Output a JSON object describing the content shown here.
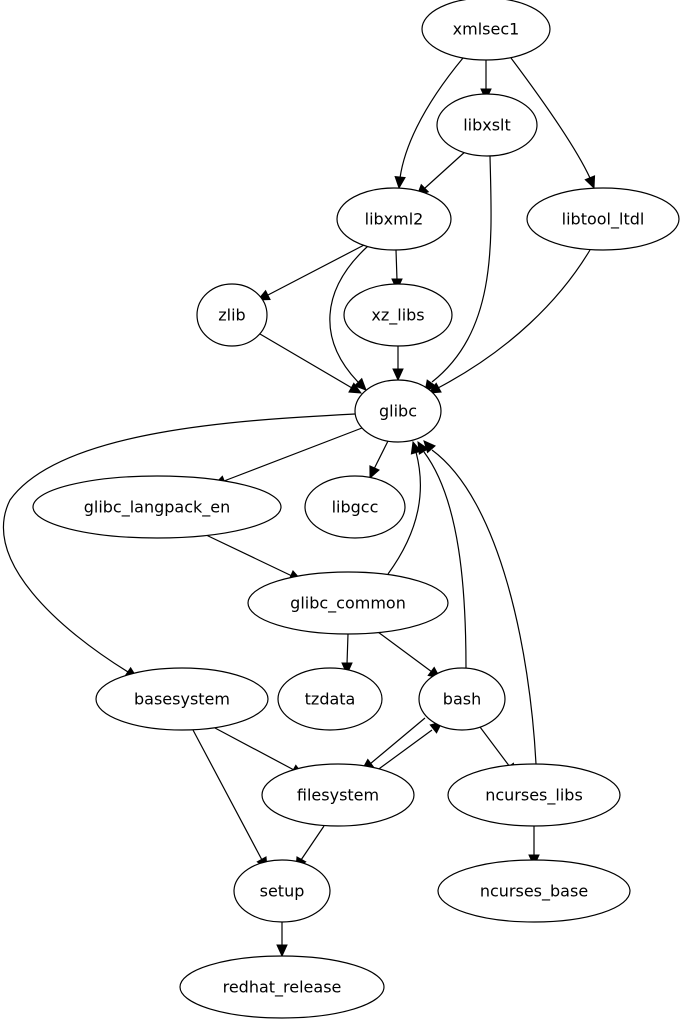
{
  "diagram": {
    "type": "directed-graph",
    "nodes": [
      {
        "id": "xmlsec1",
        "label": "xmlsec1"
      },
      {
        "id": "libxslt",
        "label": "libxslt"
      },
      {
        "id": "libxml2",
        "label": "libxml2"
      },
      {
        "id": "libtool_ltdl",
        "label": "libtool_ltdl"
      },
      {
        "id": "zlib",
        "label": "zlib"
      },
      {
        "id": "xz_libs",
        "label": "xz_libs"
      },
      {
        "id": "glibc",
        "label": "glibc"
      },
      {
        "id": "glibc_langpack_en",
        "label": "glibc_langpack_en"
      },
      {
        "id": "libgcc",
        "label": "libgcc"
      },
      {
        "id": "glibc_common",
        "label": "glibc_common"
      },
      {
        "id": "basesystem",
        "label": "basesystem"
      },
      {
        "id": "tzdata",
        "label": "tzdata"
      },
      {
        "id": "bash",
        "label": "bash"
      },
      {
        "id": "filesystem",
        "label": "filesystem"
      },
      {
        "id": "ncurses_libs",
        "label": "ncurses_libs"
      },
      {
        "id": "setup",
        "label": "setup"
      },
      {
        "id": "ncurses_base",
        "label": "ncurses_base"
      },
      {
        "id": "redhat_release",
        "label": "redhat_release"
      }
    ],
    "edges": [
      {
        "from": "xmlsec1",
        "to": "libxslt"
      },
      {
        "from": "xmlsec1",
        "to": "libxml2"
      },
      {
        "from": "xmlsec1",
        "to": "libtool_ltdl"
      },
      {
        "from": "libxslt",
        "to": "libxml2"
      },
      {
        "from": "libxslt",
        "to": "glibc"
      },
      {
        "from": "libxml2",
        "to": "zlib"
      },
      {
        "from": "libxml2",
        "to": "xz_libs"
      },
      {
        "from": "libxml2",
        "to": "glibc"
      },
      {
        "from": "libtool_ltdl",
        "to": "glibc"
      },
      {
        "from": "zlib",
        "to": "glibc"
      },
      {
        "from": "xz_libs",
        "to": "glibc"
      },
      {
        "from": "glibc",
        "to": "glibc_langpack_en"
      },
      {
        "from": "glibc",
        "to": "libgcc"
      },
      {
        "from": "glibc",
        "to": "basesystem"
      },
      {
        "from": "glibc_langpack_en",
        "to": "glibc_common"
      },
      {
        "from": "glibc_common",
        "to": "glibc"
      },
      {
        "from": "glibc_common",
        "to": "tzdata"
      },
      {
        "from": "glibc_common",
        "to": "bash"
      },
      {
        "from": "bash",
        "to": "glibc"
      },
      {
        "from": "bash",
        "to": "filesystem"
      },
      {
        "from": "bash",
        "to": "ncurses_libs"
      },
      {
        "from": "ncurses_libs",
        "to": "glibc"
      },
      {
        "from": "ncurses_libs",
        "to": "ncurses_base"
      },
      {
        "from": "basesystem",
        "to": "filesystem"
      },
      {
        "from": "basesystem",
        "to": "setup"
      },
      {
        "from": "filesystem",
        "to": "bash"
      },
      {
        "from": "filesystem",
        "to": "setup"
      },
      {
        "from": "setup",
        "to": "redhat_release"
      }
    ]
  }
}
